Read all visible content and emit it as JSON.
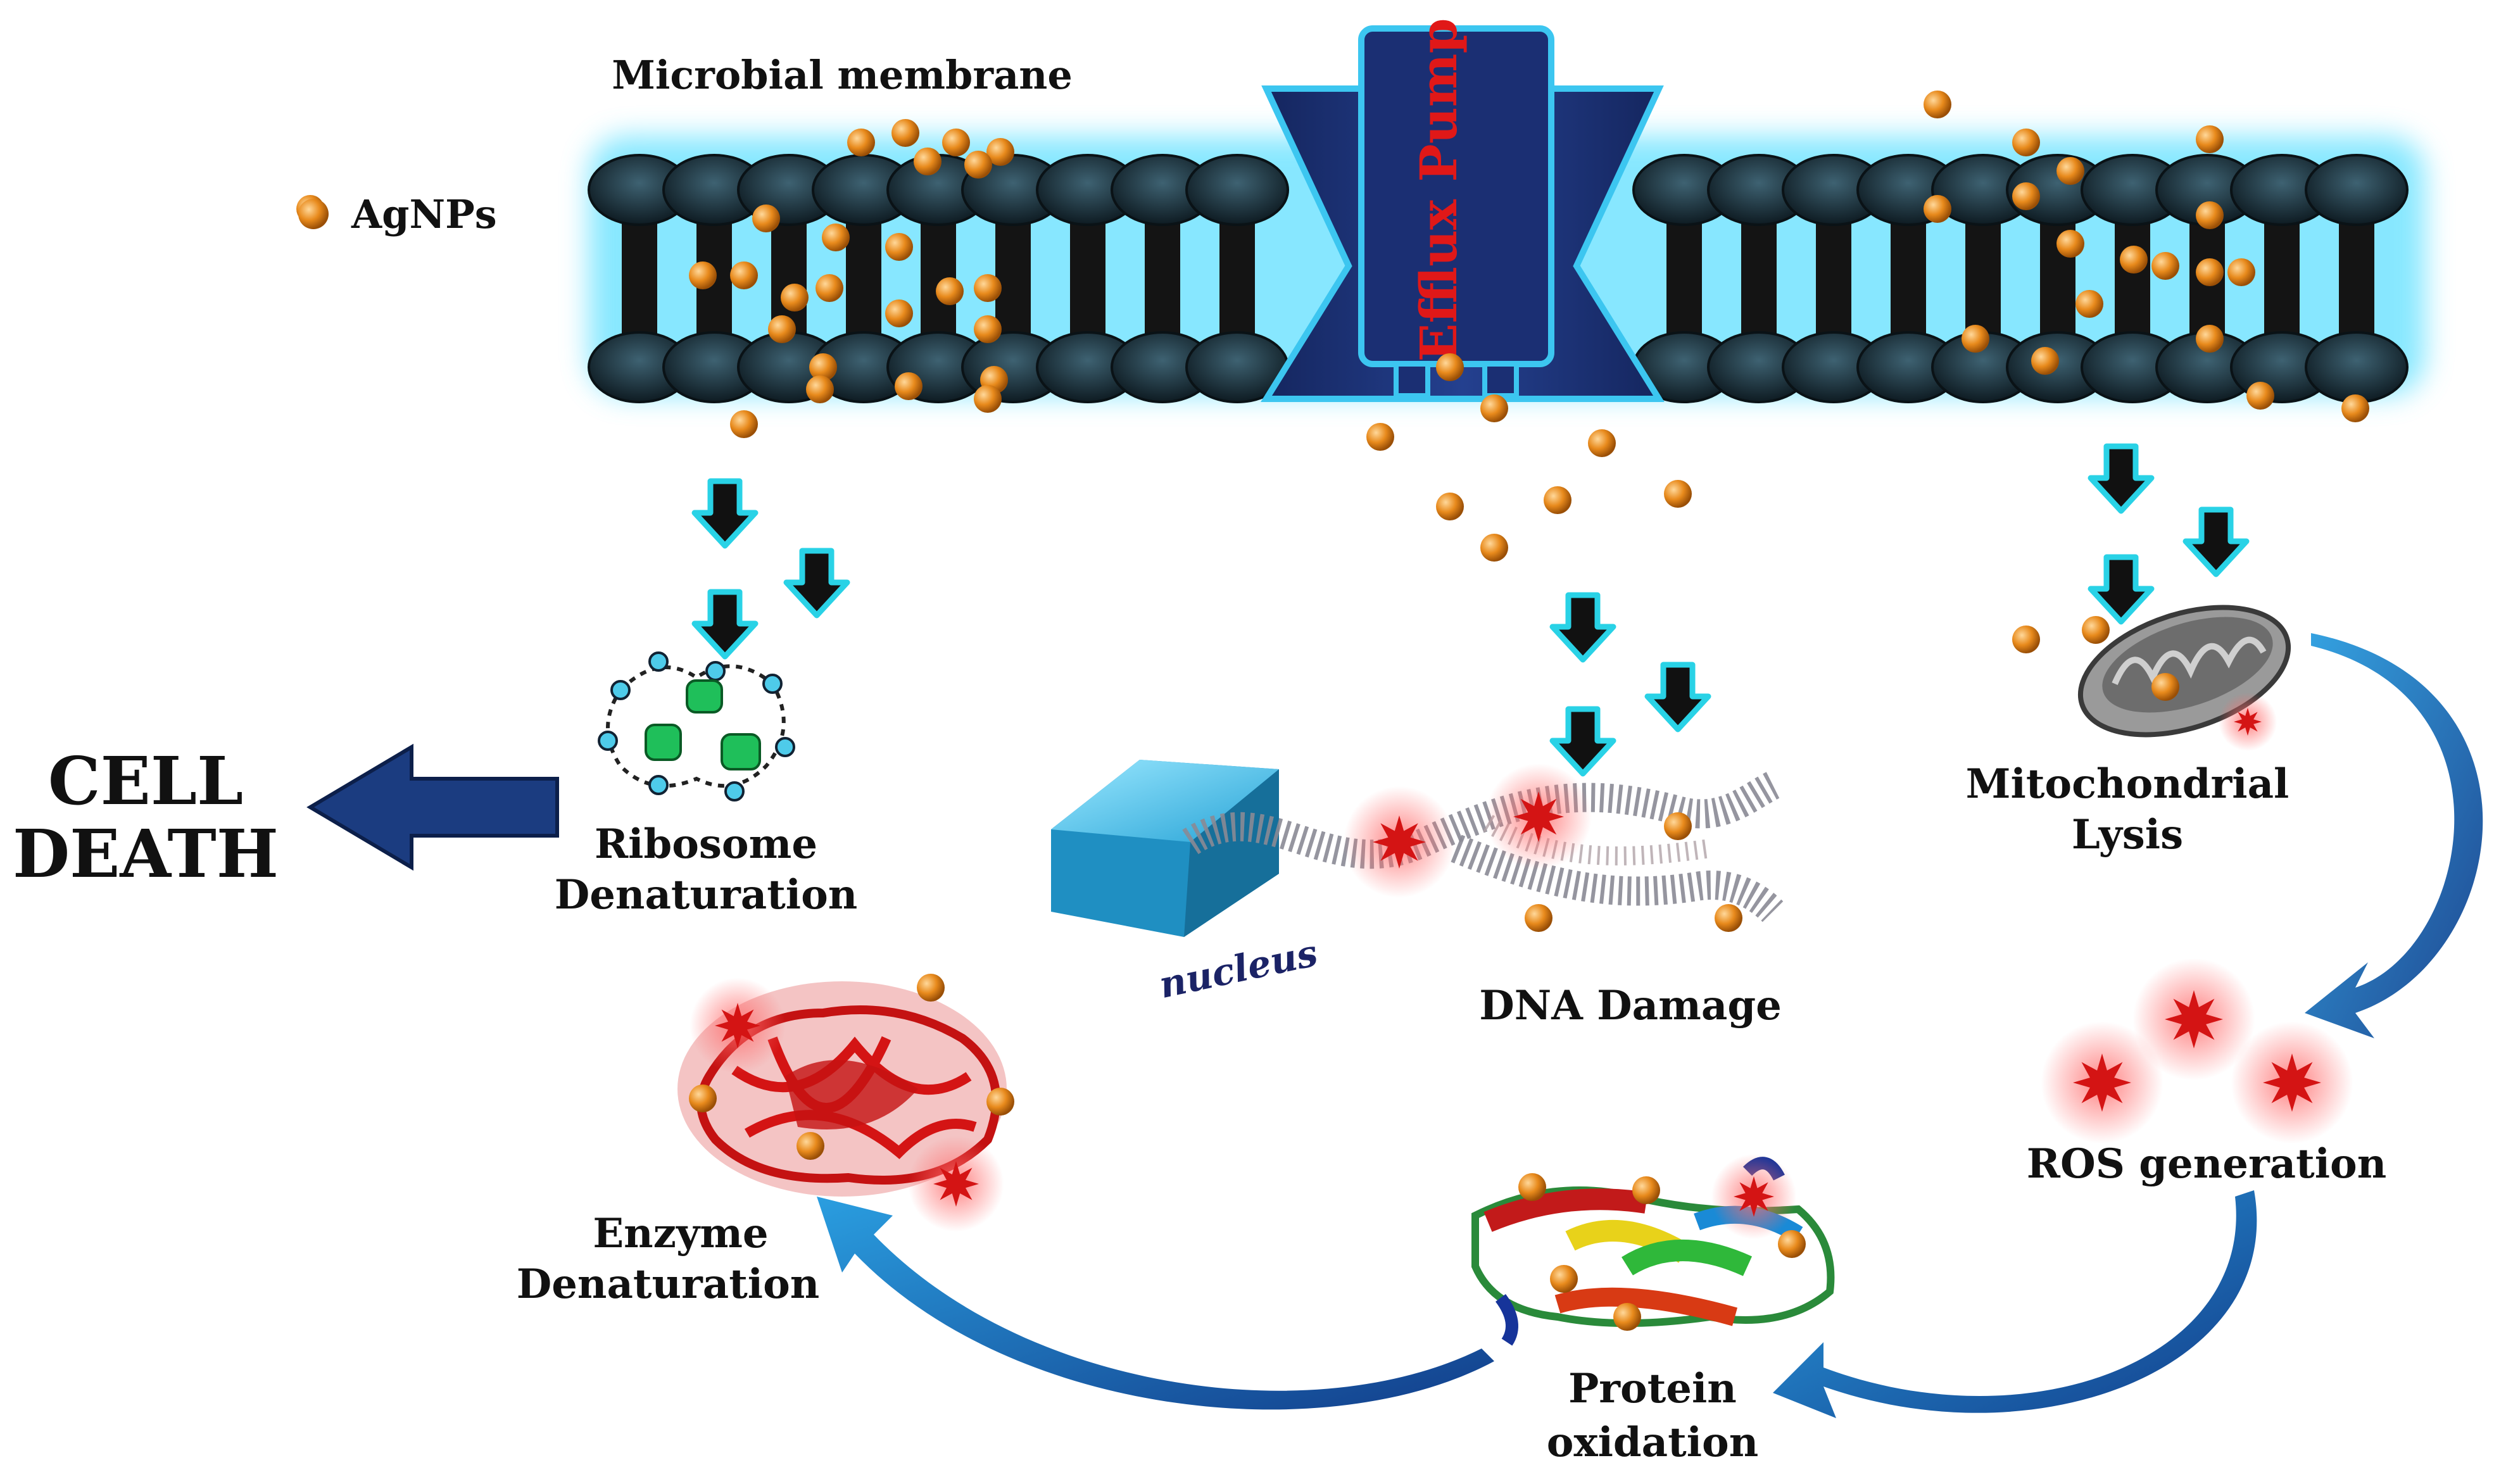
{
  "labels": {
    "membrane": "Microbial membrane",
    "agnps": "AgNPs",
    "efflux_pump": "Efflux Pump",
    "cell_death_line1": "CELL",
    "cell_death_line2": "DEATH",
    "ribosome_line1": "Ribosome",
    "ribosome_line2": "Denaturation",
    "nucleus": "nucleus",
    "dna_damage": "DNA Damage",
    "mito_line1": "Mitochondrial",
    "mito_line2": "Lysis",
    "ros": "ROS generation",
    "enzyme_line1": "Enzyme",
    "enzyme_line2": "Denaturation",
    "protein_line1": "Protein",
    "protein_line2": "oxidation"
  },
  "colors": {
    "membrane_glow": "#4fd6ff",
    "membrane_head": "#1c3340",
    "lipid_tail": "#141414",
    "pump_fill": "#1b2f73",
    "pump_edge": "#3cc6f0",
    "pump_text": "#e01818",
    "nanoparticle": "#e88a1c",
    "arrow_fill": "#111111",
    "arrow_outline": "#29d2e6",
    "cycle_arrow": "#1b5fb0",
    "death_arrow": "#1b3c80",
    "ros_star": "#d41414",
    "nucleus_fill": "#2aa8d8",
    "enzyme_fill": "#c41212"
  }
}
